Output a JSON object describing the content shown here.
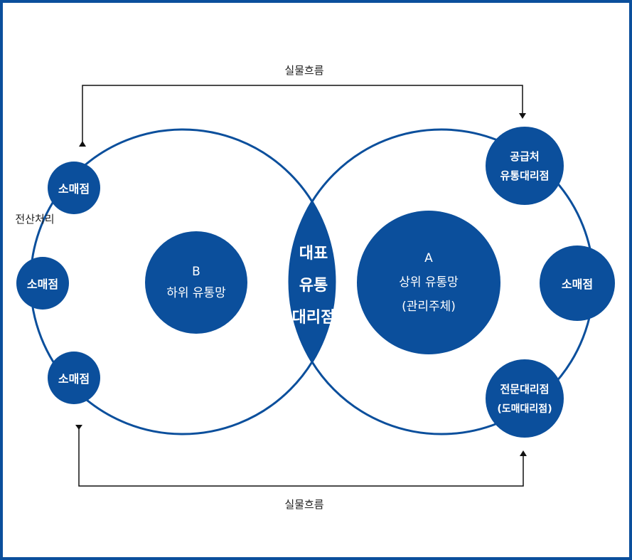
{
  "colors": {
    "primary": "#0b4f9c",
    "line": "#111111",
    "text": "#222222"
  },
  "flow_top_label": "실물흐름",
  "flow_bottom_label": "실물흐름",
  "side_label": "전산처리",
  "center": {
    "line1": "대표",
    "line2": "유통",
    "line3": "대리점"
  },
  "network_b": {
    "line1": "B",
    "line2": "하위 유통망"
  },
  "network_a": {
    "line1": "A",
    "line2": "상위 유통망",
    "line3": "(관리주체)"
  },
  "left_nodes": {
    "top": "소매점",
    "mid": "소매점",
    "bottom": "소매점"
  },
  "right_nodes": {
    "top": {
      "line1": "공급처",
      "line2": "유통대리점"
    },
    "mid": "소매점",
    "bottom": {
      "line1": "전문대리점",
      "line2": "(도매대리점)"
    }
  }
}
